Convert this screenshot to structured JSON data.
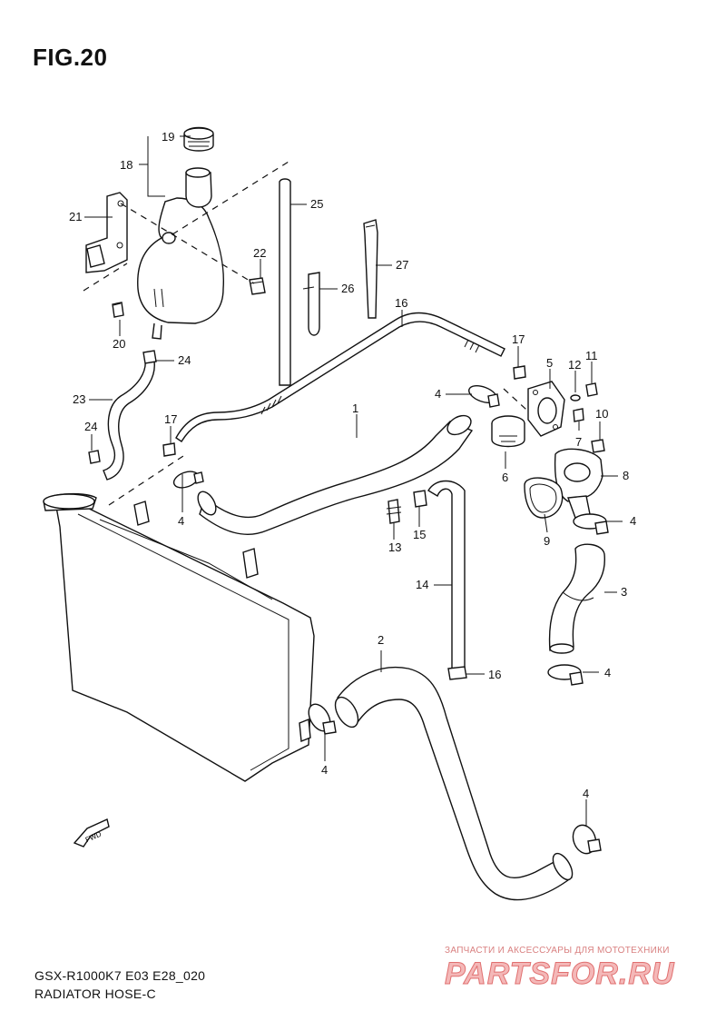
{
  "figure": {
    "title": "FIG.20"
  },
  "labels": [
    {
      "id": "19",
      "text": "19"
    },
    {
      "id": "18",
      "text": "18"
    },
    {
      "id": "21",
      "text": "21"
    },
    {
      "id": "25",
      "text": "25"
    },
    {
      "id": "22",
      "text": "22"
    },
    {
      "id": "27",
      "text": "27"
    },
    {
      "id": "26",
      "text": "26"
    },
    {
      "id": "20",
      "text": "20"
    },
    {
      "id": "16a",
      "text": "16"
    },
    {
      "id": "24a",
      "text": "24"
    },
    {
      "id": "17a",
      "text": "17"
    },
    {
      "id": "5",
      "text": "5"
    },
    {
      "id": "12",
      "text": "12"
    },
    {
      "id": "11",
      "text": "11"
    },
    {
      "id": "23",
      "text": "23"
    },
    {
      "id": "4a",
      "text": "4"
    },
    {
      "id": "1",
      "text": "1"
    },
    {
      "id": "24b",
      "text": "24"
    },
    {
      "id": "17b",
      "text": "17"
    },
    {
      "id": "7",
      "text": "7"
    },
    {
      "id": "10",
      "text": "10"
    },
    {
      "id": "6",
      "text": "6"
    },
    {
      "id": "8",
      "text": "8"
    },
    {
      "id": "4b",
      "text": "4"
    },
    {
      "id": "13",
      "text": "13"
    },
    {
      "id": "15",
      "text": "15"
    },
    {
      "id": "4c",
      "text": "4"
    },
    {
      "id": "9",
      "text": "9"
    },
    {
      "id": "3",
      "text": "3"
    },
    {
      "id": "14",
      "text": "14"
    },
    {
      "id": "2",
      "text": "2"
    },
    {
      "id": "16b",
      "text": "16"
    },
    {
      "id": "4d",
      "text": "4"
    },
    {
      "id": "4e",
      "text": "4"
    },
    {
      "id": "4f",
      "text": "4"
    }
  ],
  "fwd_marker": "FWD",
  "footer": {
    "model": "GSX-R1000K7 E03 E28_020",
    "section": "RADIATOR HOSE-C"
  },
  "watermark": {
    "tagline": "ЗАПЧАСТИ И АКСЕССУАРЫ ДЛЯ МОТОТЕХНИКИ",
    "logo": "PARTSFOR.RU",
    "color": "#e07070"
  }
}
